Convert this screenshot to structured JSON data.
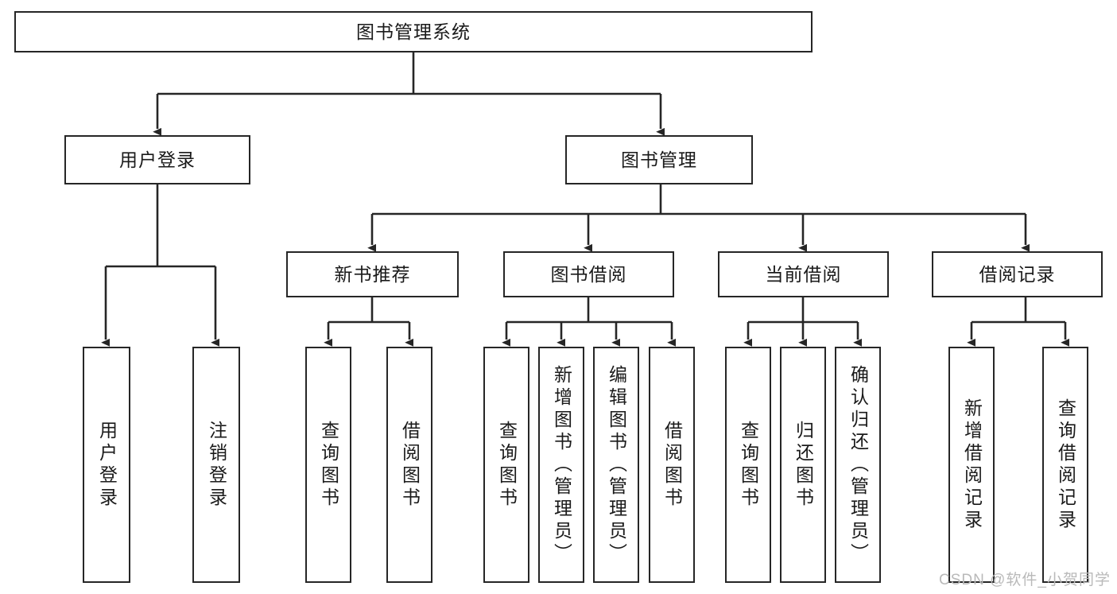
{
  "diagram": {
    "type": "tree-hierarchy",
    "title": "图书管理系统",
    "watermark": "CSDN @软件_小贺同学",
    "colors": {
      "stroke": "#262626",
      "fill": "#ffffff",
      "text": "#1a1a1a",
      "watermark": "#b9b9b9"
    },
    "levels": [
      {
        "level": 1,
        "nodes": [
          {
            "id": "root",
            "label": "图书管理系统",
            "orientation": "horizontal"
          }
        ]
      },
      {
        "level": 2,
        "nodes": [
          {
            "id": "login",
            "label": "用户登录",
            "orientation": "horizontal",
            "parent": "root"
          },
          {
            "id": "bookmgmt",
            "label": "图书管理",
            "orientation": "horizontal",
            "parent": "root"
          }
        ]
      },
      {
        "level": 3,
        "nodes": [
          {
            "id": "newbook",
            "label": "新书推荐",
            "orientation": "horizontal",
            "parent": "bookmgmt"
          },
          {
            "id": "borrow",
            "label": "图书借阅",
            "orientation": "horizontal",
            "parent": "bookmgmt"
          },
          {
            "id": "current",
            "label": "当前借阅",
            "orientation": "horizontal",
            "parent": "bookmgmt"
          },
          {
            "id": "records",
            "label": "借阅记录",
            "orientation": "horizontal",
            "parent": "bookmgmt"
          }
        ]
      },
      {
        "level": 4,
        "nodes": [
          {
            "id": "leaf-1",
            "label": "用户登录",
            "orientation": "vertical",
            "parent": "login"
          },
          {
            "id": "leaf-2",
            "label": "注销登录",
            "orientation": "vertical",
            "parent": "login"
          },
          {
            "id": "leaf-3",
            "label": "查询图书",
            "orientation": "vertical",
            "parent": "newbook"
          },
          {
            "id": "leaf-4",
            "label": "借阅图书",
            "orientation": "vertical",
            "parent": "newbook"
          },
          {
            "id": "leaf-5",
            "label": "查询图书",
            "orientation": "vertical",
            "parent": "borrow"
          },
          {
            "id": "leaf-6",
            "label": "新增图书（管理员）",
            "orientation": "vertical",
            "parent": "borrow"
          },
          {
            "id": "leaf-7",
            "label": "编辑图书（管理员）",
            "orientation": "vertical",
            "parent": "borrow"
          },
          {
            "id": "leaf-8",
            "label": "借阅图书",
            "orientation": "vertical",
            "parent": "borrow"
          },
          {
            "id": "leaf-9",
            "label": "查询图书",
            "orientation": "vertical",
            "parent": "current"
          },
          {
            "id": "leaf-10",
            "label": "归还图书",
            "orientation": "vertical",
            "parent": "current"
          },
          {
            "id": "leaf-11",
            "label": "确认归还（管理员）",
            "orientation": "vertical",
            "parent": "current"
          },
          {
            "id": "leaf-12",
            "label": "新增借阅记录",
            "orientation": "vertical",
            "parent": "records"
          },
          {
            "id": "leaf-13",
            "label": "查询借阅记录",
            "orientation": "vertical",
            "parent": "records"
          }
        ]
      }
    ]
  }
}
